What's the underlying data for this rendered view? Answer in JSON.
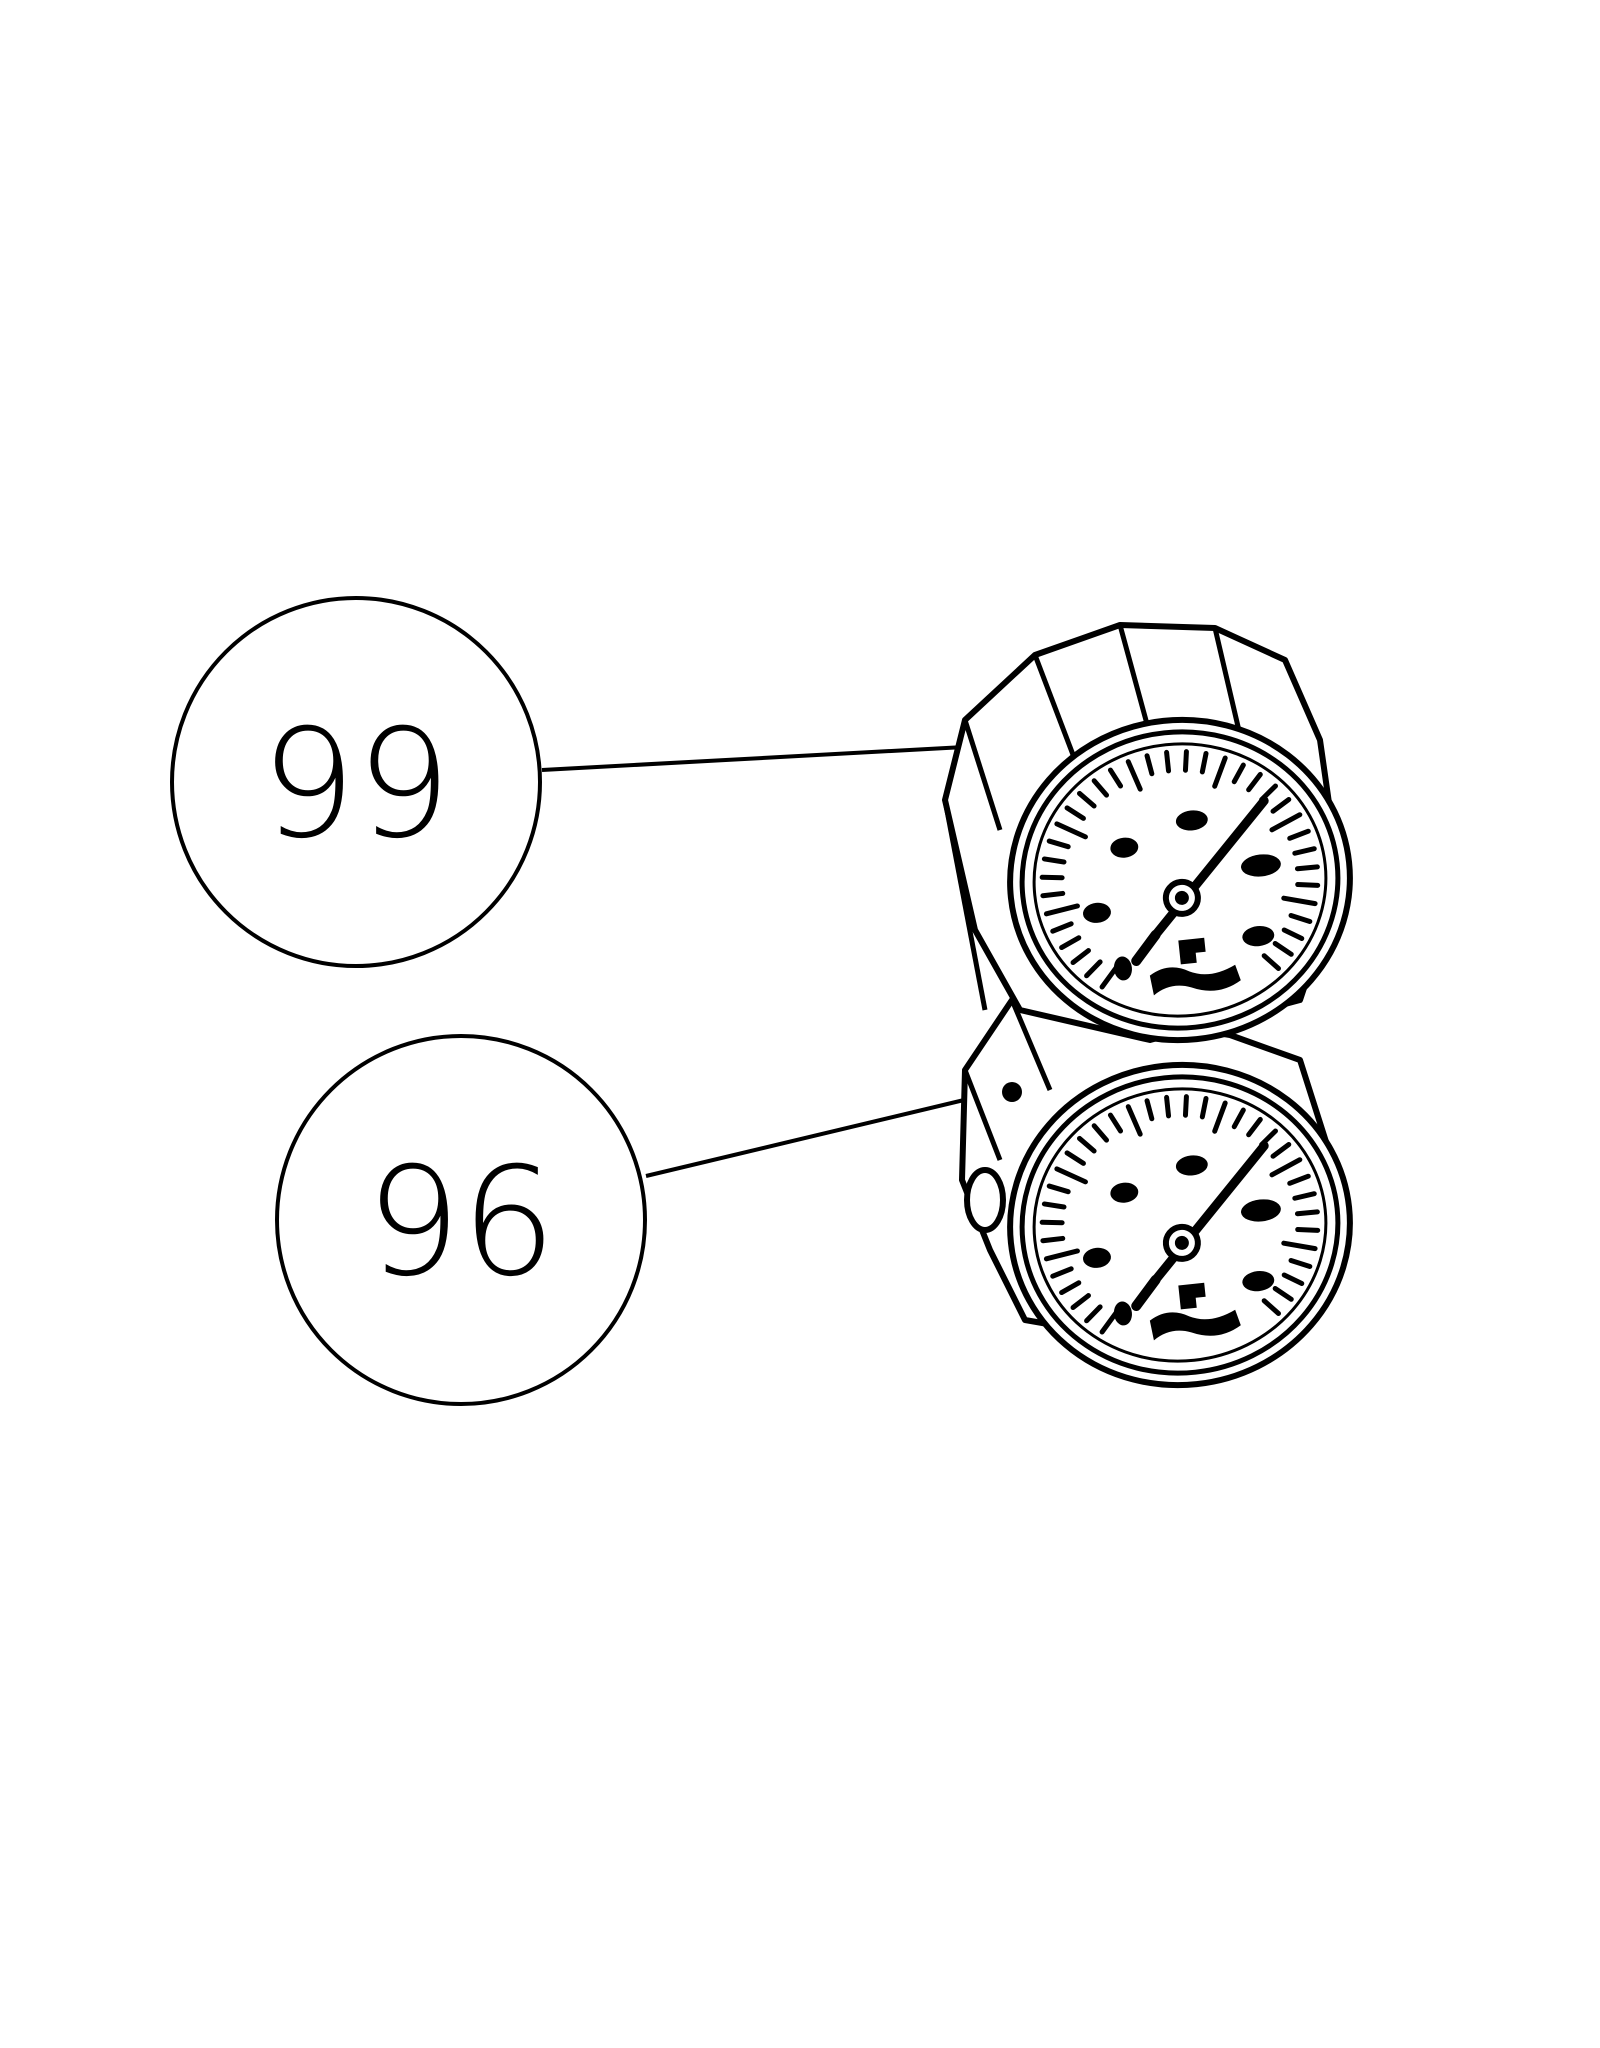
{
  "callouts": [
    {
      "label": "99",
      "part": "upper-pressure-gauge"
    },
    {
      "label": "96",
      "part": "lower-pressure-gauge"
    }
  ],
  "colors": {
    "line": "#000000",
    "background": "#ffffff"
  }
}
